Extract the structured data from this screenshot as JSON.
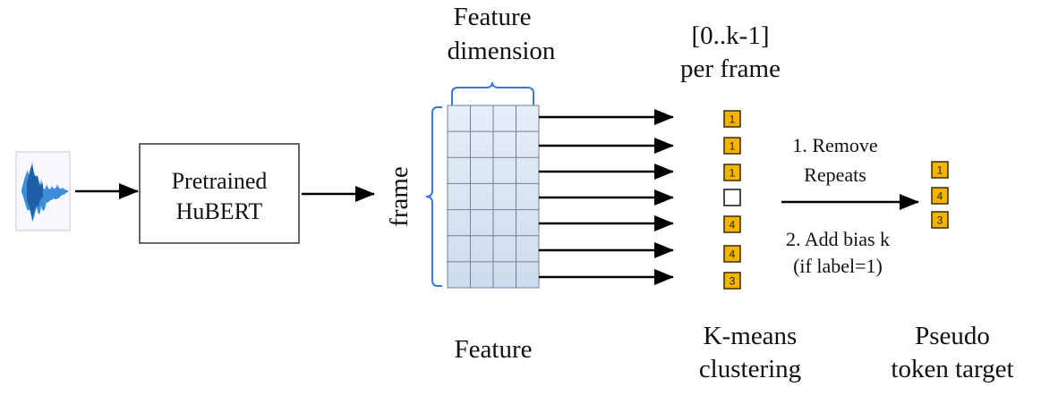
{
  "audio": {
    "icon": "audio-waveform-icon"
  },
  "model_box": {
    "line1": "Pretrained",
    "line2": "HuBERT"
  },
  "feature_matrix": {
    "top_label_line1": "Feature",
    "top_label_line2": "dimension",
    "side_label": "frame",
    "bottom_label": "Feature",
    "rows": 7,
    "cols": 4
  },
  "kmeans": {
    "range_label_line1": "[0..k-1]",
    "range_label_line2": "per frame",
    "bottom_line1": "K-means",
    "bottom_line2": "clustering",
    "tokens": [
      "1",
      "1",
      "1",
      "",
      "4",
      "4",
      "3"
    ]
  },
  "steps": {
    "step1_line1": "1. Remove",
    "step1_line2": "Repeats",
    "step2_line1": "2. Add bias k",
    "step2_line2": "(if label=1)"
  },
  "pseudo_target": {
    "bottom_line1": "Pseudo",
    "bottom_line2": "token target",
    "tokens": [
      "1",
      "4",
      "3"
    ]
  },
  "colors": {
    "token_fill": "#f5b400",
    "token_stroke": "#3a2a00",
    "matrix_fill": "#dbe6f4",
    "matrix_grid": "#6f8196",
    "bracket": "#3b78d8",
    "waveform": "#2b7fd4"
  }
}
